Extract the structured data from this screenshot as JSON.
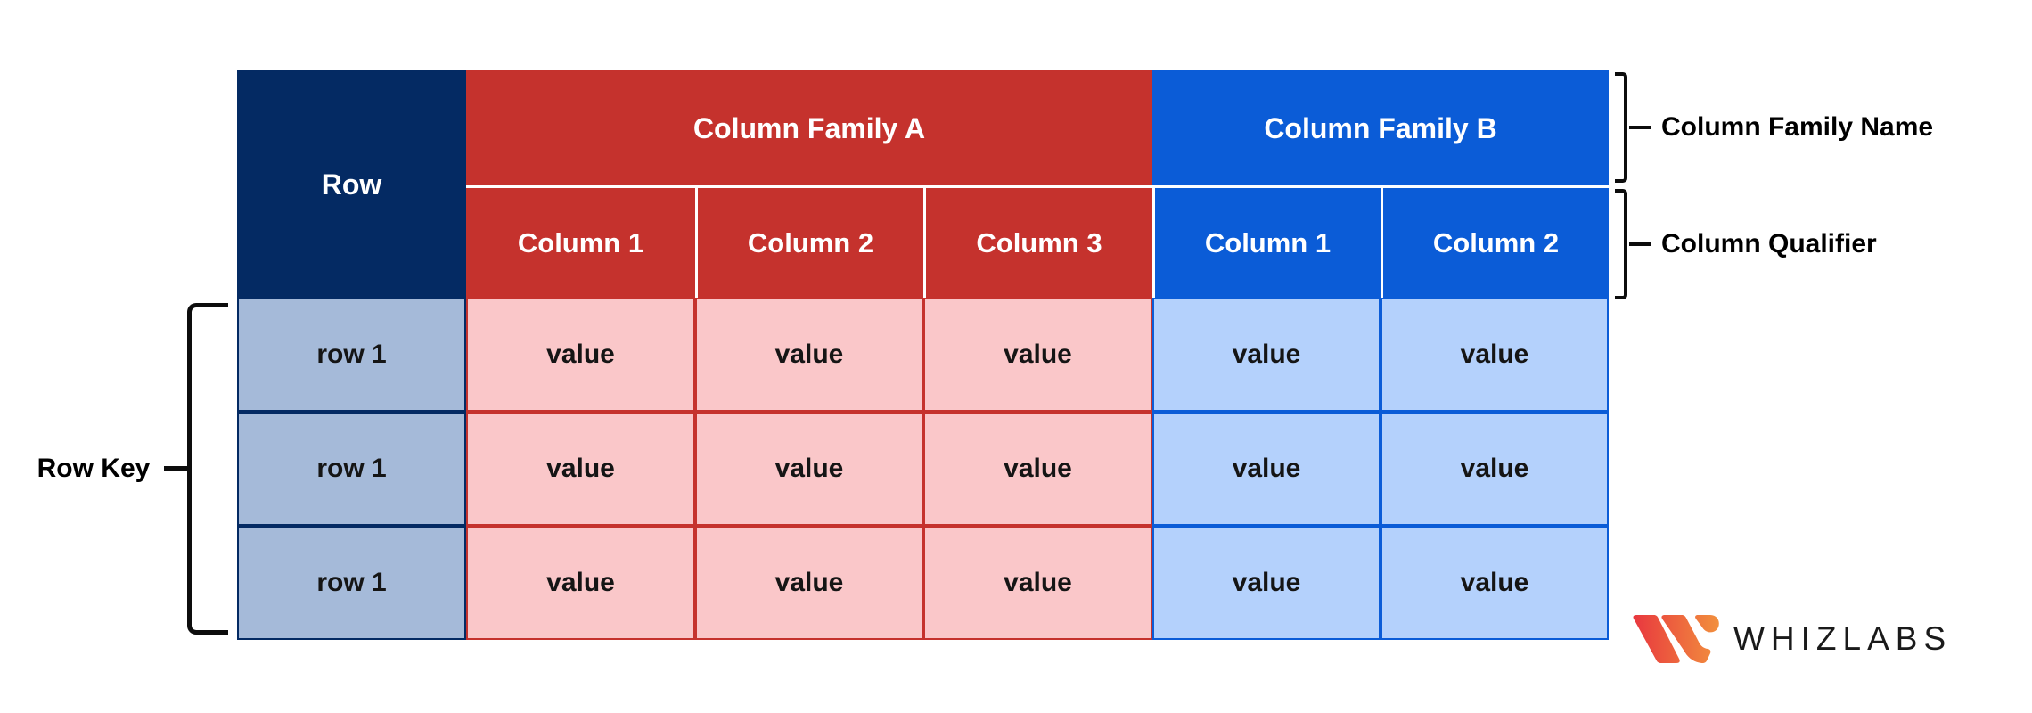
{
  "table": {
    "row_header": "Row",
    "families": [
      {
        "name": "Column Family A",
        "qualifiers": [
          "Column 1",
          "Column 2",
          "Column 3"
        ]
      },
      {
        "name": "Column Family B",
        "qualifiers": [
          "Column 1",
          "Column 2"
        ]
      }
    ],
    "rows": [
      {
        "key": "row 1",
        "values": [
          "value",
          "value",
          "value",
          "value",
          "value"
        ]
      },
      {
        "key": "row 1",
        "values": [
          "value",
          "value",
          "value",
          "value",
          "value"
        ]
      },
      {
        "key": "row 1",
        "values": [
          "value",
          "value",
          "value",
          "value",
          "value"
        ]
      }
    ]
  },
  "annotations": {
    "column_family_name": "Column Family Name",
    "column_qualifier": "Column Qualifier",
    "row_key": "Row Key"
  },
  "logo": {
    "text": "WHIZLABS"
  },
  "colors": {
    "navy": "#042A63",
    "family_a_red": "#C5322D",
    "family_b_blue": "#0B5CD7",
    "row_key_fill": "#A5BAD9",
    "value_a_fill": "#FAC7C9",
    "value_b_fill": "#B4D1FC",
    "annotation_ink": "#0D0D0D",
    "logo_red": "#E8353F",
    "logo_orange": "#F2913D"
  }
}
